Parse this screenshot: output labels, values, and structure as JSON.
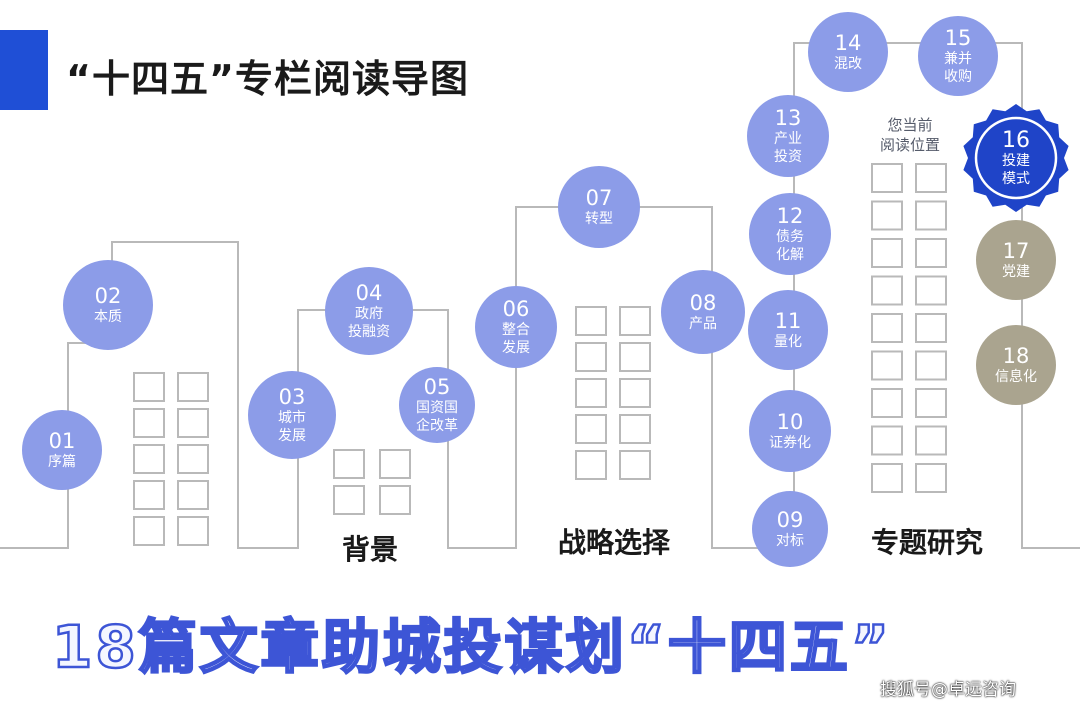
{
  "header": {
    "title": "“十四五”专栏阅读导图",
    "accent_color": "#1f4fd6"
  },
  "sections": {
    "background": "背景",
    "strategy": "战略选择",
    "research": "专题研究"
  },
  "current_position_note": "您当前\n阅读位置",
  "nodes": [
    {
      "num": "01",
      "label": "序篇",
      "status": "read"
    },
    {
      "num": "02",
      "label": "本质",
      "status": "read"
    },
    {
      "num": "03",
      "label": "城市\n发展",
      "status": "read"
    },
    {
      "num": "04",
      "label": "政府\n投融资",
      "status": "read"
    },
    {
      "num": "05",
      "label": "国资国\n企改革",
      "status": "read"
    },
    {
      "num": "06",
      "label": "整合\n发展",
      "status": "read"
    },
    {
      "num": "07",
      "label": "转型",
      "status": "read"
    },
    {
      "num": "08",
      "label": "产品",
      "status": "read"
    },
    {
      "num": "09",
      "label": "对标",
      "status": "read"
    },
    {
      "num": "10",
      "label": "证券化",
      "status": "read"
    },
    {
      "num": "11",
      "label": "量化",
      "status": "read"
    },
    {
      "num": "12",
      "label": "债务\n化解",
      "status": "read"
    },
    {
      "num": "13",
      "label": "产业\n投资",
      "status": "read"
    },
    {
      "num": "14",
      "label": "混改",
      "status": "read"
    },
    {
      "num": "15",
      "label": "兼并\n收购",
      "status": "read"
    },
    {
      "num": "16",
      "label": "投建\n模式",
      "status": "current"
    },
    {
      "num": "17",
      "label": "党建",
      "status": "upcoming"
    },
    {
      "num": "18",
      "label": "信息化",
      "status": "upcoming"
    }
  ],
  "colors": {
    "read": "#8c9ce8",
    "current": "#1f44c8",
    "upcoming": "#aaa48f",
    "building_line": "#b9b9b9"
  },
  "slogan": "18篇文章助城投谋划“十四五”",
  "watermark": "搜狐号@卓远咨询"
}
